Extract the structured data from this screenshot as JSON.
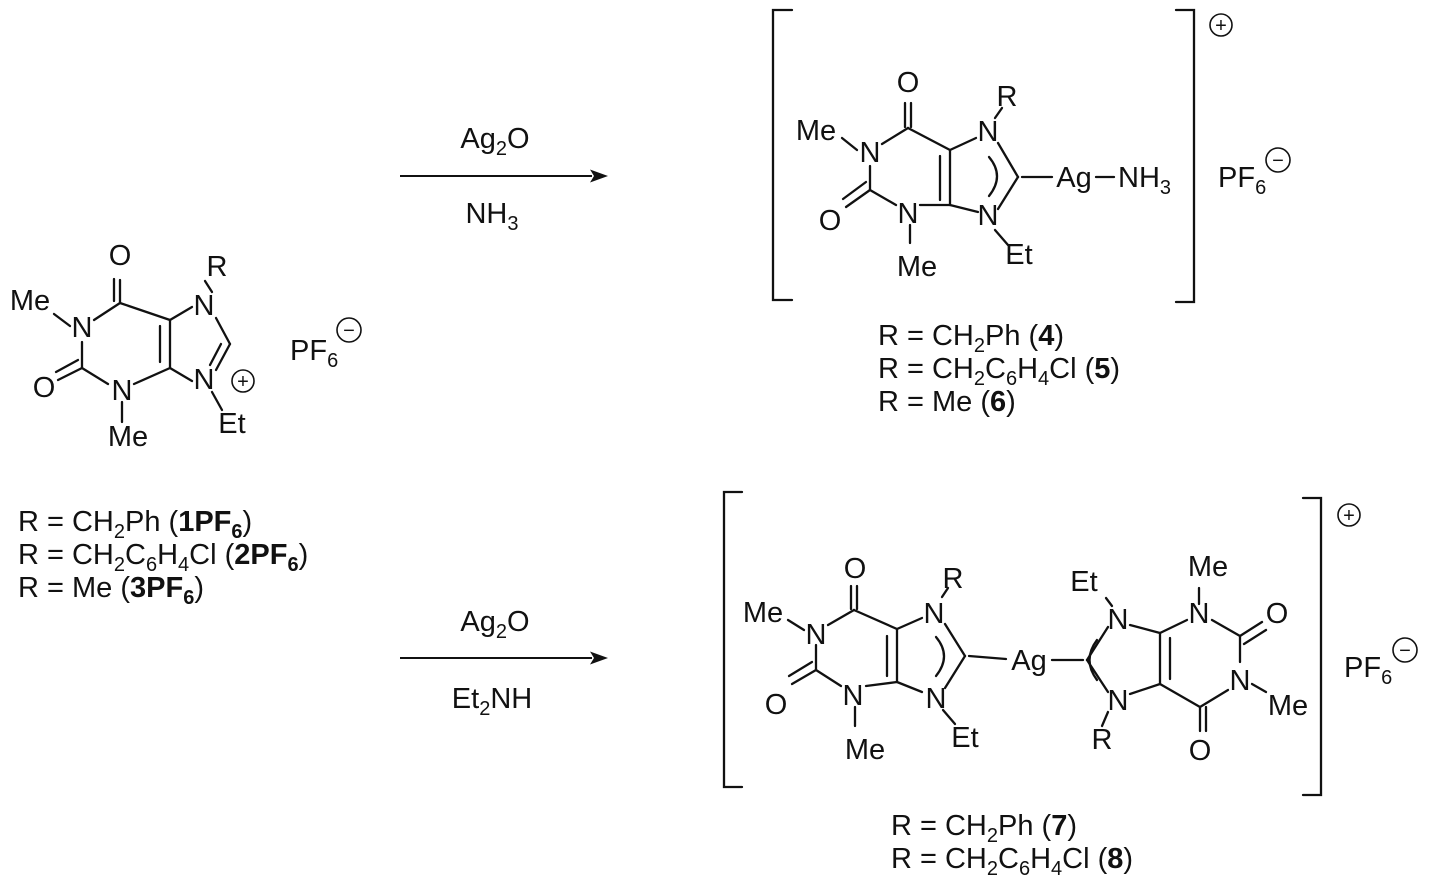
{
  "arrows": [
    {
      "reagent_top": [
        "Ag",
        "2",
        "O"
      ],
      "reagent_bottom": [
        "NH",
        "3"
      ]
    },
    {
      "reagent_top": [
        "Ag",
        "2",
        "O"
      ],
      "reagent_bottom": [
        "Et",
        "2",
        "NH"
      ]
    }
  ],
  "atoms": {
    "O": "O",
    "N": "N",
    "R": "R",
    "Me": "Me",
    "Et": "Et",
    "Ag": "Ag",
    "NH3": [
      "NH",
      "3"
    ]
  },
  "charges": {
    "plus": "+",
    "minus": "−"
  },
  "counterion": [
    "PF",
    "6"
  ],
  "starting_material": {
    "labels": [
      {
        "prefix": "R = CH",
        "sub": "2",
        "rest": "Ph (",
        "bold": "1PF",
        "bold_sub": "6",
        "end": ")"
      },
      {
        "prefix": "R = CH",
        "sub": "2",
        "rest": "C",
        "sub2": "6",
        "rest2": "H",
        "sub3": "4",
        "rest3": "Cl (",
        "bold": "2PF",
        "bold_sub": "6",
        "end": ")"
      },
      {
        "prefix": "R = Me (",
        "bold": "3PF",
        "bold_sub": "6",
        "end": ")"
      }
    ]
  },
  "product_top": {
    "labels": [
      {
        "prefix": "R = CH",
        "sub": "2",
        "rest": "Ph (",
        "bold": "4",
        "end": ")"
      },
      {
        "prefix": "R = CH",
        "sub": "2",
        "rest": "C",
        "sub2": "6",
        "rest2": "H",
        "sub3": "4",
        "rest3": "Cl (",
        "bold": "5",
        "end": ")"
      },
      {
        "prefix": "R = Me (",
        "bold": "6",
        "end": ")"
      }
    ]
  },
  "product_bottom": {
    "labels": [
      {
        "prefix": "R = CH",
        "sub": "2",
        "rest": "Ph (",
        "bold": "7",
        "end": ")"
      },
      {
        "prefix": "R = CH",
        "sub": "2",
        "rest": "C",
        "sub2": "6",
        "rest2": "H",
        "sub3": "4",
        "rest3": "Cl (",
        "bold": "8",
        "end": ")"
      }
    ]
  }
}
